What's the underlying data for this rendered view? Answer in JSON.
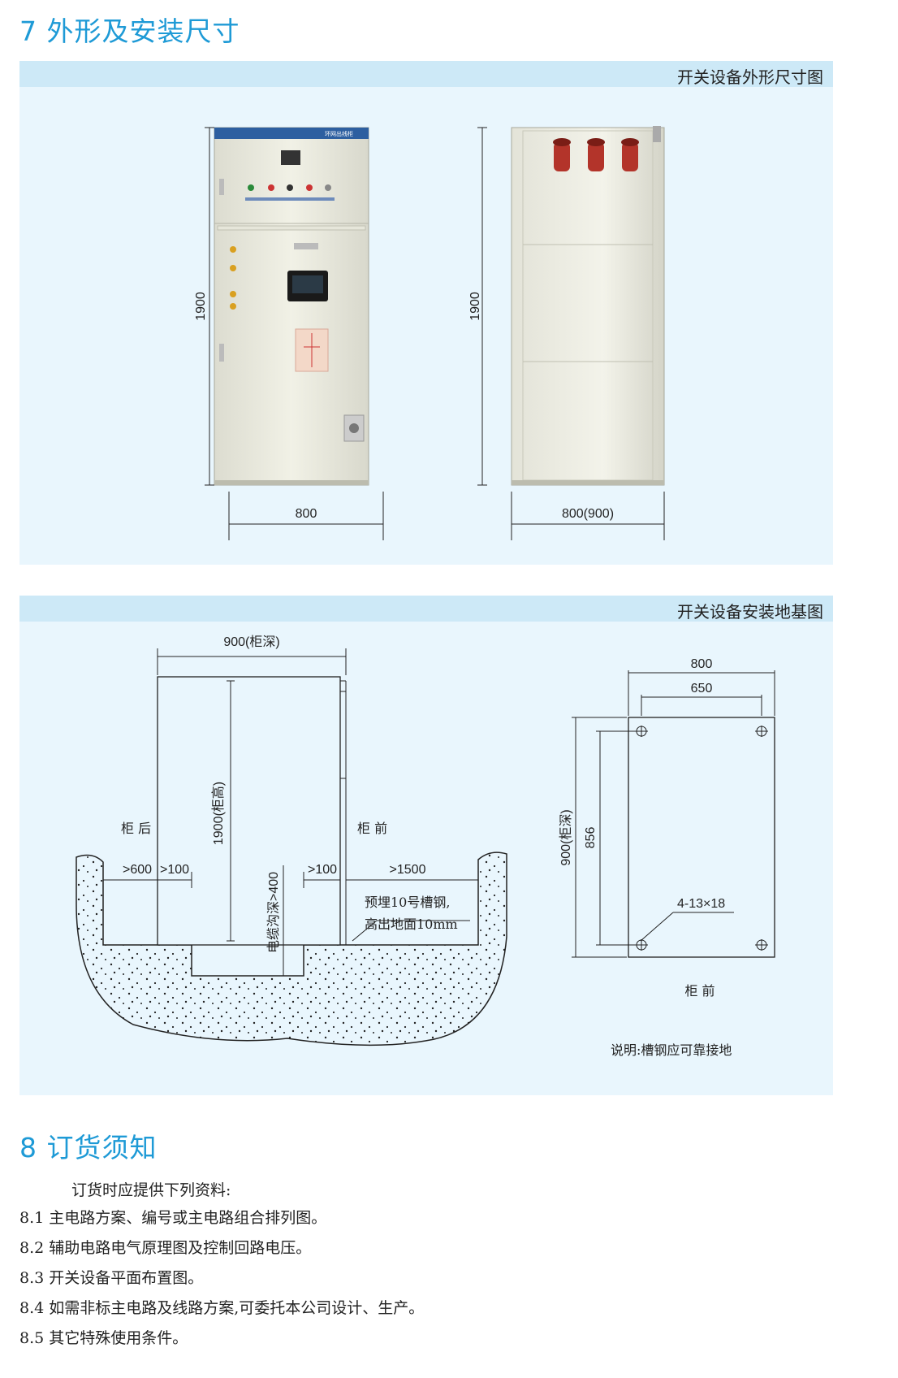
{
  "section7": {
    "title": "7 外形及安装尺寸",
    "panel1_label": "开关设备外形尺寸图",
    "panel2_label": "开关设备安装地基图",
    "front_cabinet": {
      "height_dim": "1900",
      "width_dim": "800",
      "nameplate": "环网出线柜"
    },
    "rear_cabinet": {
      "height_dim": "1900",
      "width_dim": "800(900)"
    },
    "foundation": {
      "depth_dim": "900(柜深)",
      "height_dim": "1900(柜高)",
      "rear_label": "柜 后",
      "front_label": "柜 前",
      "rear_clear_1": ">600",
      "rear_clear_2": ">100",
      "front_clear_1": ">100",
      "front_clear_2": ">1500",
      "trench_depth": "电缆沟深>400",
      "channel_note_1": "预埋10号槽钢,",
      "channel_note_2": "高出地面10mm"
    },
    "plan": {
      "outer_width": "800",
      "inner_width": "650",
      "depth": "900(柜深)",
      "inner_depth": "856",
      "holes": "4-13×18",
      "front_label": "柜 前"
    },
    "note": "说明:槽钢应可靠接地"
  },
  "section8": {
    "title": "8 订货须知",
    "intro": "订货时应提供下列资料:",
    "items": [
      "8.1 主电路方案、编号或主电路组合排列图。",
      "8.2 辅助电路电气原理图及控制回路电压。",
      "8.3 开关设备平面布置图。",
      "8.4 如需非标主电路及线路方案,可委托本公司设计、生产。",
      "8.5 其它特殊使用条件。"
    ]
  },
  "colors": {
    "accent": "#1e9ad6",
    "panel": "#e9f6fd",
    "band": "#cde9f7",
    "bushing": "#b3342a"
  }
}
